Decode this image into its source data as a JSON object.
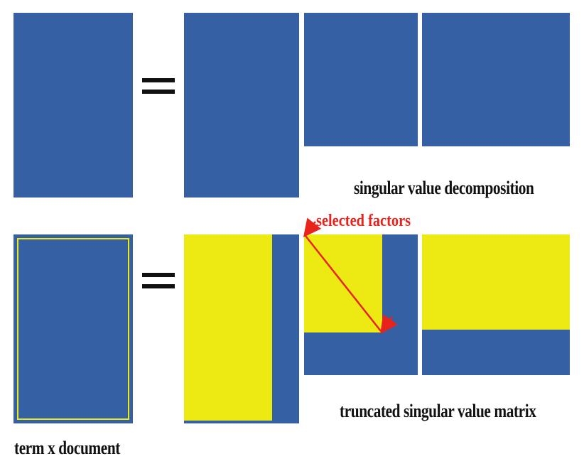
{
  "diagram": {
    "colors": {
      "matrix_blue": "#3560a3",
      "selected_yellow": "#ecea12",
      "annotation_red": "#e8231c",
      "text": "#111111"
    },
    "equals_symbol": "equals-sign",
    "top_row": {
      "caption": "singular value decomposition"
    },
    "bottom_row": {
      "left_caption": "term x document",
      "right_caption": "truncated singular value matrix",
      "annotation": "selected factors"
    }
  }
}
